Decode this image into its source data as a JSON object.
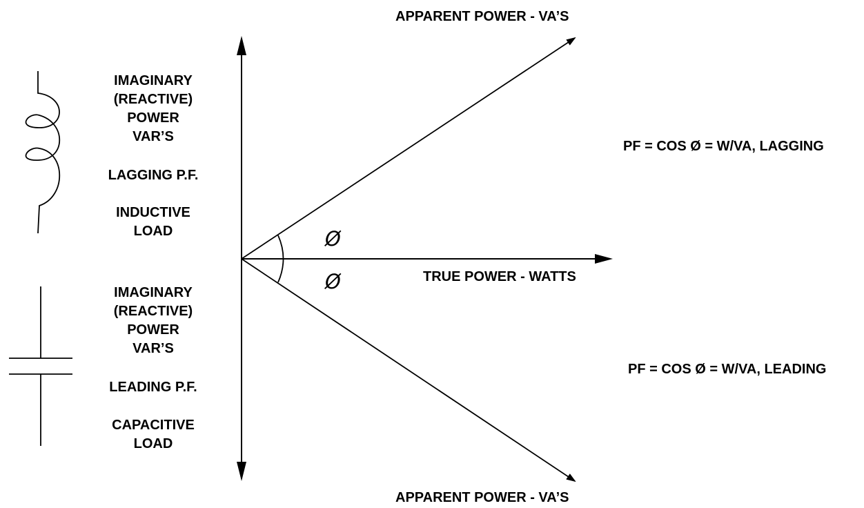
{
  "labels": {
    "apparent_power_top": "APPARENT POWER - VA’S",
    "apparent_power_bottom": "APPARENT POWER - VA’S",
    "true_power": "TRUE POWER - WATTS",
    "pf_lagging": "PF = COS Ø = W/VA, LAGGING",
    "pf_leading": "PF = COS Ø = W/VA, LEADING",
    "angle_symbol_upper": "Ø",
    "angle_symbol_lower": "Ø"
  },
  "upper_block": {
    "lines": [
      "IMAGINARY",
      "(REACTIVE)",
      "POWER",
      "VAR’S"
    ],
    "pf": "LAGGING P.F.",
    "load": [
      "INDUCTIVE",
      "LOAD"
    ]
  },
  "lower_block": {
    "lines": [
      "IMAGINARY",
      "(REACTIVE)",
      "POWER",
      "VAR’S"
    ],
    "pf": "LEADING P.F.",
    "load": [
      "CAPACITIVE",
      "LOAD"
    ]
  },
  "symbols": {
    "upper": "inductor-coil-icon",
    "lower": "capacitor-icon"
  },
  "colors": {
    "line": "#000000",
    "background": "#ffffff"
  }
}
